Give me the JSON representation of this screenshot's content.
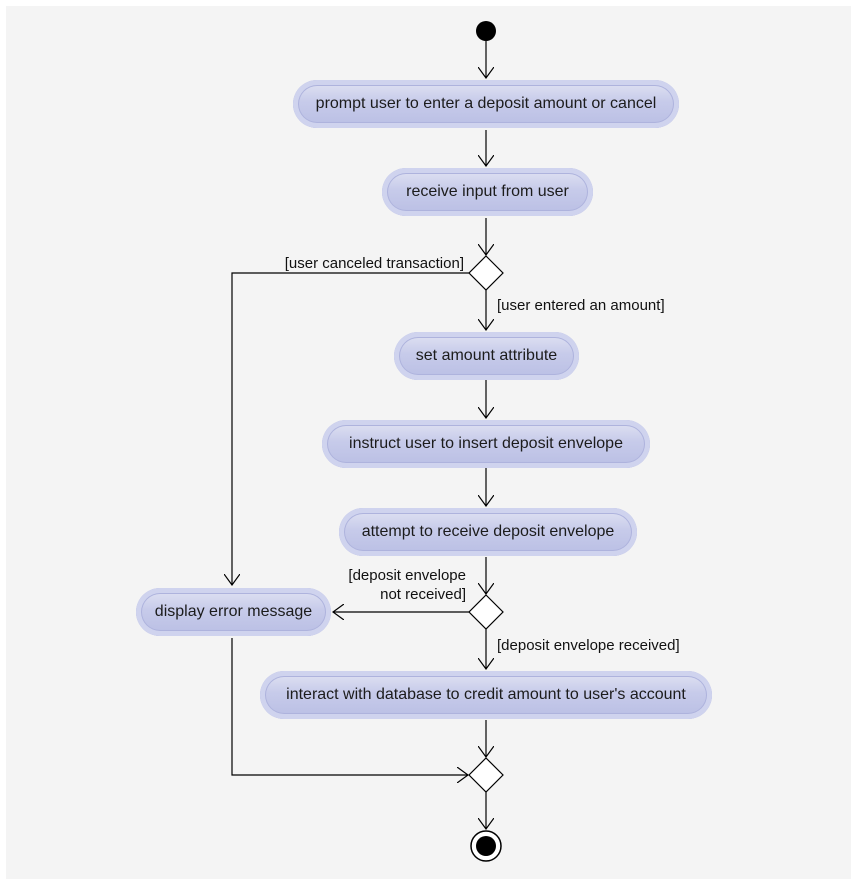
{
  "diagram": {
    "activities": {
      "prompt": "prompt user to enter a deposit amount or cancel",
      "receive_input": "receive input from user",
      "set_amount": "set amount attribute",
      "instruct": "instruct user to insert deposit envelope",
      "attempt": "attempt to receive deposit envelope",
      "display_error": "display error message",
      "interact": "interact with database to credit amount to user's account"
    },
    "guards": {
      "user_canceled": "[user canceled transaction]",
      "user_entered": "[user entered an amount]",
      "not_received_line1": "[deposit envelope",
      "not_received_line2": "not received]",
      "received": "[deposit envelope received]"
    },
    "colors": {
      "activity_fill": "#c7cbea",
      "activity_border": "#aeb3dd",
      "background": "#f4f4f4",
      "line": "#000000"
    }
  }
}
